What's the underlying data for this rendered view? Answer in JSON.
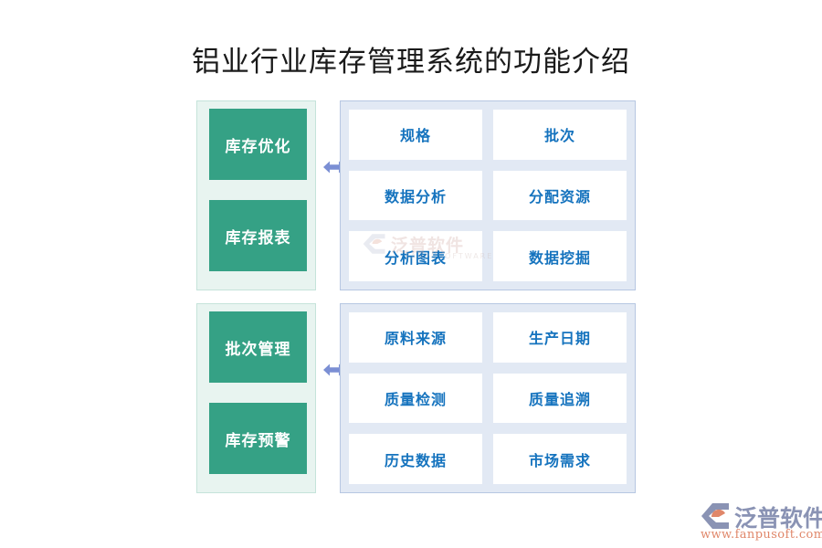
{
  "page": {
    "title": "铝业行业库存管理系统的功能介绍",
    "background_color": "#ffffff"
  },
  "colors": {
    "green_box": "#35a185",
    "green_panel_bg": "#e8f4f0",
    "green_panel_border": "#c5e3da",
    "blue_panel_bg": "#e2e9f4",
    "blue_panel_border": "#b7c7e2",
    "card_bg": "#ffffff",
    "card_text": "#1573be",
    "arrow": "#7b8fd4",
    "title_text": "#1a1a1a"
  },
  "diagram": {
    "sections": [
      {
        "id": "section-inventory",
        "categories": [
          {
            "label": "库存优化"
          },
          {
            "label": "库存报表"
          }
        ],
        "connector": {
          "icon": "double-arrow-horizontal-icon"
        },
        "features": [
          {
            "label": "规格"
          },
          {
            "label": "批次"
          },
          {
            "label": "数据分析"
          },
          {
            "label": "分配资源"
          },
          {
            "label": "分析图表"
          },
          {
            "label": "数据挖掘"
          }
        ]
      },
      {
        "id": "section-batch",
        "categories": [
          {
            "label": "批次管理"
          },
          {
            "label": "库存预警"
          }
        ],
        "connector": {
          "icon": "double-arrow-horizontal-icon"
        },
        "features": [
          {
            "label": "原料来源"
          },
          {
            "label": "生产日期"
          },
          {
            "label": "质量检测"
          },
          {
            "label": "质量追溯"
          },
          {
            "label": "历史数据"
          },
          {
            "label": "市场需求"
          }
        ]
      }
    ]
  },
  "watermark": {
    "text": "泛普软件",
    "subtext": "FANPUSOFTWARE"
  },
  "logo": {
    "name": "泛普软件",
    "url": "www.fanpusoft.com"
  }
}
